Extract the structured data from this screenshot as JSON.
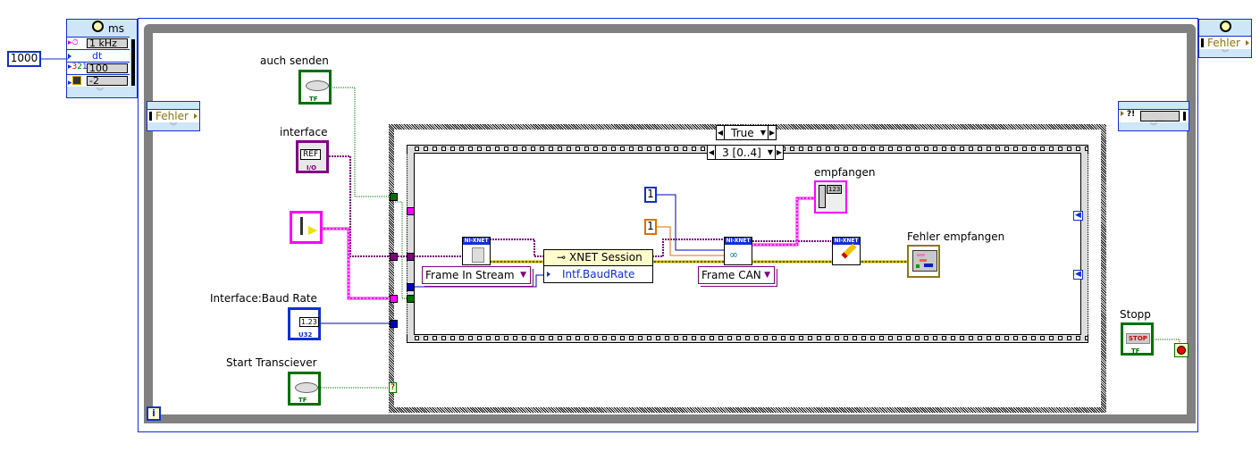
{
  "timing_input": {
    "value": "1000"
  },
  "timed_loop_left": {
    "unit": "ms",
    "rows": [
      {
        "icon": "stopwatch-icon",
        "value": "1 kHz"
      },
      {
        "icon": "none",
        "value": "dt"
      },
      {
        "icon": "priority-icon",
        "value": "100"
      },
      {
        "icon": "processor-icon",
        "value": "-2"
      }
    ],
    "error_label": "Fehler"
  },
  "timed_loop_right": {
    "error_label": "Fehler",
    "error_icon_text": "?!",
    "status_value": "__"
  },
  "controls": {
    "auch_senden": {
      "label": "auch senden",
      "type_badge": "TF"
    },
    "interface": {
      "label": "interface",
      "value": "REF",
      "type_badge": "I/O"
    },
    "unnamed_cluster": {
      "type_badge": "cluster"
    },
    "baud_rate": {
      "label": "Interface:Baud Rate",
      "value": "1.23",
      "type_badge": "U32"
    },
    "start_transceiver": {
      "label": "Start Transciever",
      "type_badge": "TF"
    },
    "stopp": {
      "label": "Stopp",
      "value": "STOP",
      "type_badge": "TF"
    }
  },
  "case_structure": {
    "selector": "True"
  },
  "sequence_structure": {
    "selector": "3 [0..4]"
  },
  "nodes": {
    "create_session": {
      "header": "NI-XNET",
      "mode": "Frame In Stream"
    },
    "property_node": {
      "class": "XNET Session",
      "property": "Intf.BaudRate"
    },
    "read": {
      "header": "NI-XNET",
      "mode": "Frame CAN"
    },
    "clear": {
      "header": "NI-XNET"
    },
    "const_blue": "1",
    "const_orange": "1"
  },
  "indicators": {
    "empfangen": {
      "label": "empfangen",
      "value": "123"
    },
    "fehler_empfangen": {
      "label": "Fehler empfangen"
    }
  },
  "iteration_terminal": "i",
  "case_selector_terminal": "?",
  "colors": {
    "loop_border": "#1030d0",
    "loop_frame": "#808080",
    "panel_bg": "#cfe6f8",
    "boolean_wire": "#007000",
    "refnum_wire": "#800080",
    "cluster_wire": "#ff00ff",
    "numeric_wire": "#0000c0",
    "error_wire": "#c8b400",
    "orange_wire": "#e07000"
  }
}
